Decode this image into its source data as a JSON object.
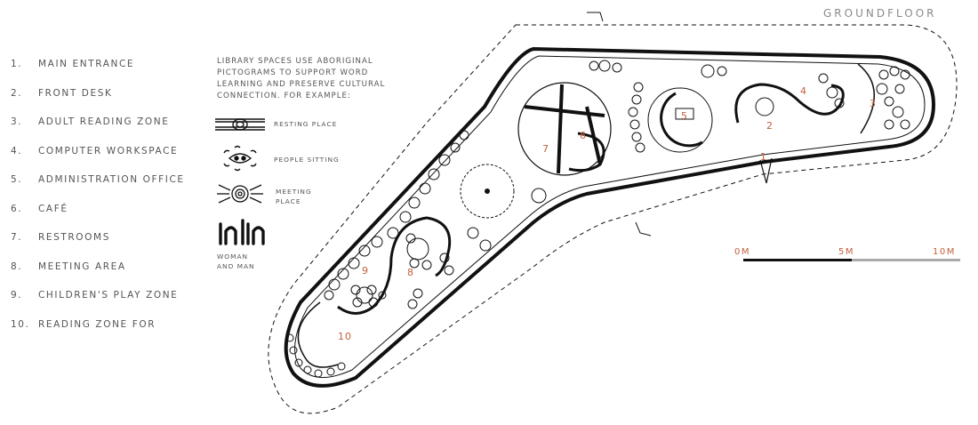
{
  "title": "GROUNDFLOOR",
  "legend": [
    {
      "num": "1.",
      "label": "MAIN ENTRANCE"
    },
    {
      "num": "2.",
      "label": "FRONT DESK"
    },
    {
      "num": "3.",
      "label": "ADULT READING ZONE"
    },
    {
      "num": "4.",
      "label": "COMPUTER WORKSPACE"
    },
    {
      "num": "5.",
      "label": "ADMINISTRATION OFFICE"
    },
    {
      "num": "6.",
      "label": "CAFÉ"
    },
    {
      "num": "7.",
      "label": "RESTROOMS"
    },
    {
      "num": "8.",
      "label": "MEETING AREA"
    },
    {
      "num": "9.",
      "label": "CHILDREN'S PLAY ZONE"
    },
    {
      "num": "10.",
      "label": "READING ZONE FOR"
    }
  ],
  "intro": "Library spaces use Aboriginal pictograms to support word learning and preserve cultural connection. For example:",
  "pictograms": {
    "resting": "RESTING PLACE",
    "sitting": "PEOPLE SITTING",
    "meeting_1": "MEETING",
    "meeting_2": "PLACE",
    "woman_man_1": "WOMAN",
    "woman_man_2": "AND MAN"
  },
  "scale": {
    "start": "0M",
    "mid": "5M",
    "end": "10M"
  },
  "room_numbers": [
    "1",
    "2",
    "3",
    "4",
    "5",
    "6",
    "7",
    "8",
    "9",
    "10"
  ],
  "colors": {
    "accent": "#c0603a",
    "line": "#111111",
    "text": "#555555",
    "scale_grey": "#aaaaaa"
  }
}
